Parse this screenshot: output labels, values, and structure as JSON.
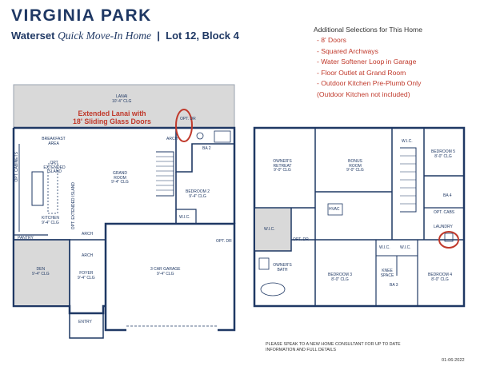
{
  "header": {
    "title": "VIRGINIA PARK",
    "community": "Waterset",
    "home_type": "Quick Move-In Home",
    "separator": "|",
    "lot": "Lot 12, Block 4"
  },
  "selections": {
    "heading": "Additional Selections for This Home",
    "items": [
      "- 8' Doors",
      "- Squared Archways",
      "- Water Softener Loop in Garage",
      "- Floor Outlet at Grand Room",
      "- Outdoor Kitchen Pre-Plumb Only",
      "(Outdoor Kitchen not included)"
    ]
  },
  "first_floor": {
    "callout_line1": "Extended Lanai with",
    "callout_line2": "18' Sliding Glass Doors",
    "rooms": {
      "lanai": {
        "name": "LANAI",
        "clg": "10'-4\" CLG"
      },
      "breakfast": {
        "name": "BREAKFAST AREA"
      },
      "opt_cabinets": "OPT. CABINETS",
      "opt_island": "OPT. EXTENDED ISLAND",
      "opt_island2": "OPT. EXTENDED ISLAND",
      "grand": {
        "name": "GRAND ROOM",
        "clg": "9'-4\" CLG"
      },
      "kitchen": {
        "name": "KITCHEN",
        "clg": "9'-4\" CLG"
      },
      "pantry": "PANTRY",
      "arch1": "ARCH",
      "arch2": "ARCH",
      "arch3": "ARCH",
      "ba2": "BA 2",
      "bedroom2": {
        "name": "BEDROOM 2",
        "clg": "9'-4\" CLG"
      },
      "wic": "W.I.C.",
      "opt_dr": "OPT. DR",
      "opt_dr2": "OPT. DR",
      "den": {
        "name": "DEN",
        "clg": "9'-4\" CLG"
      },
      "foyer": {
        "name": "FOYER",
        "clg": "9'-4\" CLG"
      },
      "garage": {
        "name": "3 CAR GARAGE",
        "clg": "9'-4\" CLG"
      },
      "entry": "ENTRY"
    }
  },
  "second_floor": {
    "rooms": {
      "owners_retreat": {
        "name": "OWNER'S RETREAT",
        "clg": "9'-0\" CLG"
      },
      "bonus": {
        "name": "BONUS ROOM",
        "clg": "9'-0\" CLG"
      },
      "wic_top": "W.I.C.",
      "bedroom5": {
        "name": "BEDROOM 5",
        "clg": "8'-0\" CLG"
      },
      "ba4": "BA 4",
      "opt_cabs": "OPT. CABS",
      "laundry": "LAUNDRY",
      "hvac": "HVAC",
      "wic_owner": "W.I.C.",
      "opt_dr": "OPT. DR",
      "owners_bath": "OWNER'S BATH",
      "bedroom3": {
        "name": "BEDROOM 3",
        "clg": "8'-0\" CLG"
      },
      "wic_b3": "W.I.C.",
      "knee": "KNEE SPACE",
      "wic_b4": "W.I.C.",
      "ba3": "BA 3",
      "bedroom4": {
        "name": "BEDROOM 4",
        "clg": "8'-0\" CLG"
      }
    }
  },
  "footer": {
    "disclaimer_line1": "PLEASE SPEAK TO A NEW HOME CONSULTANT FOR UP TO DATE",
    "disclaimer_line2": "INFORMATION AND FULL DETAILS",
    "date": "01-06-2022"
  },
  "colors": {
    "navy": "#1f3864",
    "red": "#c0392b",
    "lanai_fill": "#d9d9d9",
    "wic_fill": "#d9d9d9"
  }
}
